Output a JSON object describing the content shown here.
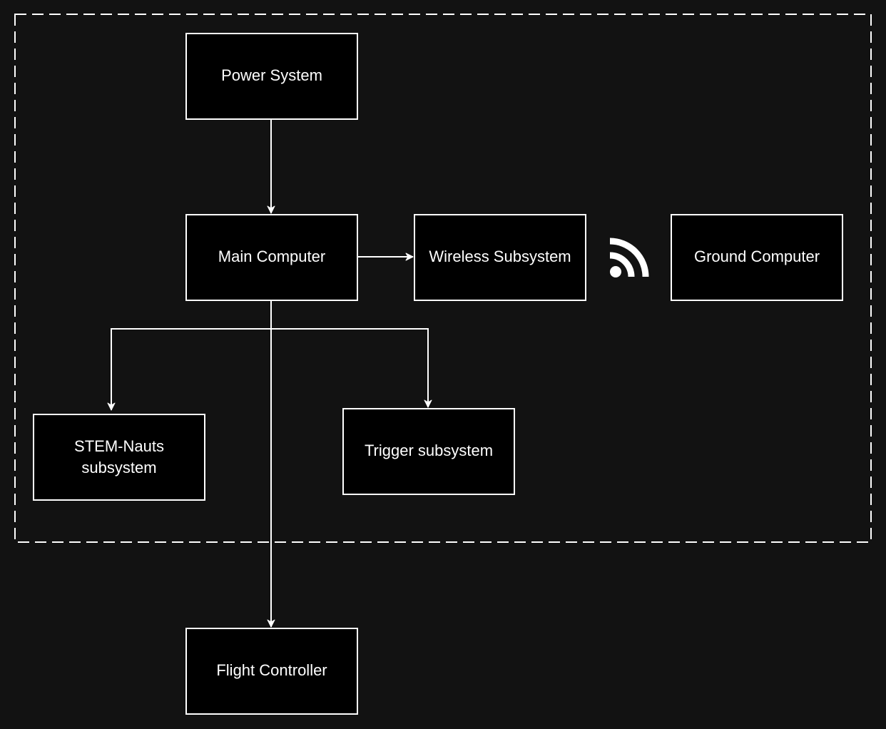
{
  "diagram": {
    "nodes": {
      "power": {
        "label": "Power System"
      },
      "main": {
        "label": "Main Computer"
      },
      "wireless": {
        "label": "Wireless Subsystem"
      },
      "ground": {
        "label": "Ground Computer"
      },
      "stem": {
        "label_line1": "STEM-Nauts",
        "label_line2": "subsystem"
      },
      "trigger": {
        "label": "Trigger subsystem"
      },
      "flight": {
        "label": "Flight Controller"
      }
    },
    "icons": {
      "wireless_link": "rss-feed-icon"
    },
    "colors": {
      "background": "#121212",
      "box_fill": "#000000",
      "stroke": "#ffffff",
      "text": "#ffffff"
    }
  }
}
